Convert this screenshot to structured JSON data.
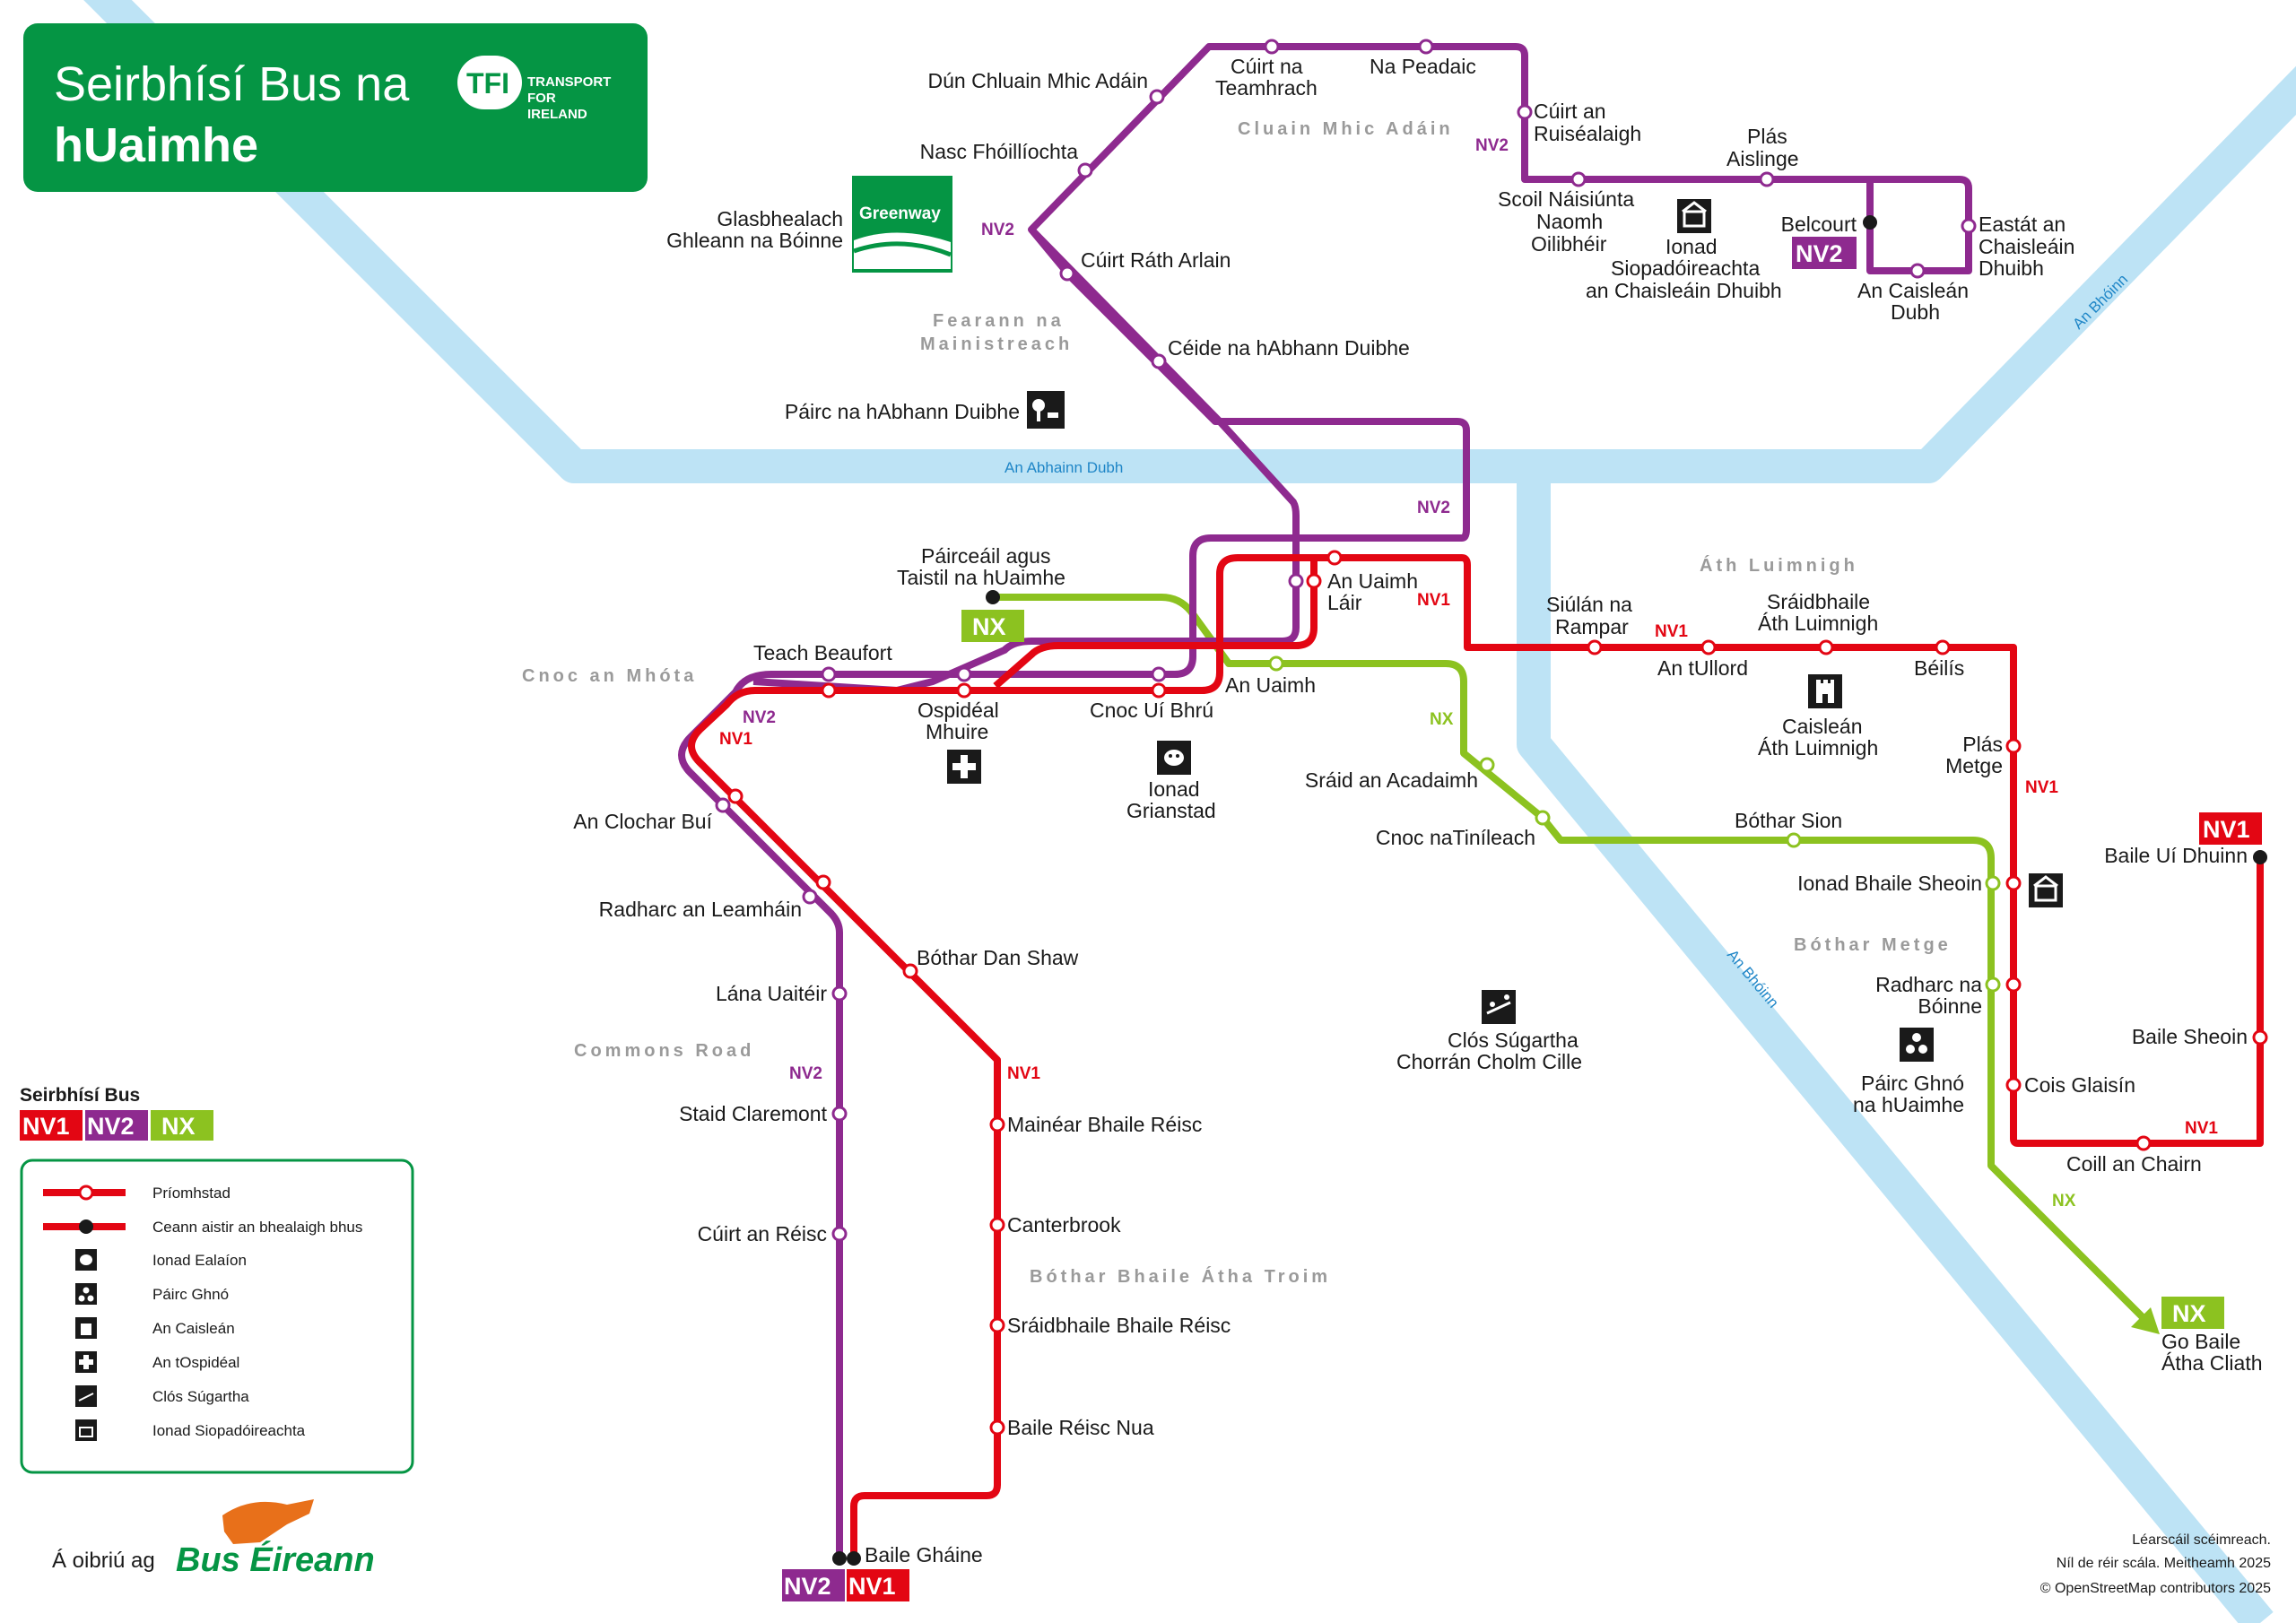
{
  "header": {
    "title_line1": "Seirbhísí Bus na",
    "title_line2": "hUaimhe",
    "logo_mark": "TFI",
    "logo_text": [
      "TRANSPORT",
      "FOR",
      "IRELAND"
    ],
    "green": "#059544"
  },
  "colors": {
    "NV1": "#e30613",
    "NV2": "#8e2a8f",
    "NX": "#8cc220",
    "river": "#bde3f5",
    "river_text": "#1f86c7"
  },
  "rivers": {
    "abhainn_dubh": "An Abhainn Dubh",
    "boinn_upper": "An Bhóinn",
    "boinn_lower": "An Bhóinn"
  },
  "areas": {
    "cluain": "Cluain Mhic Adáin",
    "fearann1": "Fearann na",
    "fearann2": "Mainistreach",
    "ath": "Áth Luimnigh",
    "cnoc": "Cnoc an Mhóta",
    "commons": "Commons Road",
    "bothar_metge": "Bóthar Metge",
    "bothar_bat": "Bóthar Bhaile Átha Troim"
  },
  "stops": {
    "dun_chluain": "Dún Chluain Mhic Adáin",
    "cuirt_teamh1": "Cúirt na",
    "cuirt_teamh2": "Teamhrach",
    "na_peadaic": "Na Peadaic",
    "cuirt_ruis1": "Cúirt an",
    "cuirt_ruis2": "Ruiséalaigh",
    "nasc": "Nasc Fhóillíochta",
    "glas1": "Glasbhealach",
    "glas2": "Ghleann na Bóinne",
    "greenway": "Greenway",
    "cuirt_rath": "Cúirt Ráth Arlain",
    "ceide": "Céide na hAbhann Duibhe",
    "pairc_abh": "Páirc na hAbhann Duibhe",
    "plas1": "Plás",
    "plas2": "Aislinge",
    "scoil1": "Scoil Náisiúnta",
    "scoil2": "Naomh",
    "scoil3": "Oilibhéir",
    "ionad_siop1": "Ionad",
    "ionad_siop2": "Siopadóireachta",
    "ionad_siop3": "an Chaisleáin Dhuibh",
    "belcourt": "Belcourt",
    "eastat1": "Eastát an",
    "eastat2": "Chaisleáin",
    "eastat3": "Dhuibh",
    "caislean_d1": "An Caisleán",
    "caislean_d2": "Dubh",
    "pairceail1": "Páirceáil agus",
    "pairceail2": "Taistil na hUaimhe",
    "uaimh_lair1": "An Uaimh",
    "uaimh_lair2": "Láir",
    "an_uaimh": "An Uaimh",
    "teach": "Teach Beaufort",
    "ospideal1": "Ospidéal",
    "ospideal2": "Mhuire",
    "cnoc_ui": "Cnoc Uí Bhrú",
    "ionad_gr1": "Ionad",
    "ionad_gr2": "Grianstad",
    "siulan1": "Siúlán na",
    "siulan2": "Rampar",
    "tullord": "An tUllord",
    "sraidbh1": "Sráidbhaile",
    "sraidbh2": "Áth Luimnigh",
    "beilis": "Béilís",
    "caislean_al1": "Caisleán",
    "caislean_al2": "Áth Luimnigh",
    "plas_metge1": "Plás",
    "plas_metge2": "Metge",
    "sraid_acad": "Sráid an Acadaimh",
    "cnoc_tin": "Cnoc naTiníleach",
    "bothar_sion": "Bóthar Sion",
    "ionad_bs": "Ionad Bhaile Sheoin",
    "baile_dhuinn": "Baile Uí Dhuinn",
    "radharc_b1": "Radharc na",
    "radharc_b2": "Bóinne",
    "baile_sheoin": "Baile Sheoin",
    "pairc_ghno1": "Páirc Ghnó",
    "pairc_ghno2": "na hUaimhe",
    "cois": "Cois Glaisín",
    "coill": "Coill an Chairn",
    "go_baile1": "Go Baile",
    "go_baile2": "Átha Cliath",
    "clochar": "An Clochar Buí",
    "radharc_l": "Radharc an Leamháin",
    "dan_shaw": "Bóthar Dan Shaw",
    "lana": "Lána Uaitéir",
    "staid": "Staid Claremont",
    "cuirt_reisc": "Cúirt an Réisc",
    "maner": "Mainéar Bhaile Réisc",
    "canterbrook": "Canterbrook",
    "sraidbh_br": "Sráidbhaile Bhaile Réisc",
    "baile_nua": "Baile Réisc Nua",
    "baile_ghaine": "Baile Gháine",
    "closs1": "Clós Súgartha",
    "closs2": "Chorrán Cholm Cille"
  },
  "route_labels": {
    "nv1": "NV1",
    "nv2": "NV2",
    "nx": "NX"
  },
  "legend": {
    "heading": "Seirbhísí Bus",
    "nv1": "NV1",
    "nv2": "NV2",
    "nx": "NX",
    "items": [
      "Príomhstad",
      "Ceann aistir an bhealaigh bhus",
      "Ionad Ealaíon",
      "Páirc Ghnó",
      "An Caisleán",
      "An tOspidéal",
      "Clós Súgartha",
      "Ionad Siopadóireachta"
    ]
  },
  "operator": {
    "text": "Á oibriú ag",
    "brand": "Bus Éireann"
  },
  "footer": {
    "line1": "Léarscáil scéimreach.",
    "line2": "Níl de réir scála. Meitheamh 2025",
    "line3": "© OpenStreetMap contributors 2025"
  }
}
